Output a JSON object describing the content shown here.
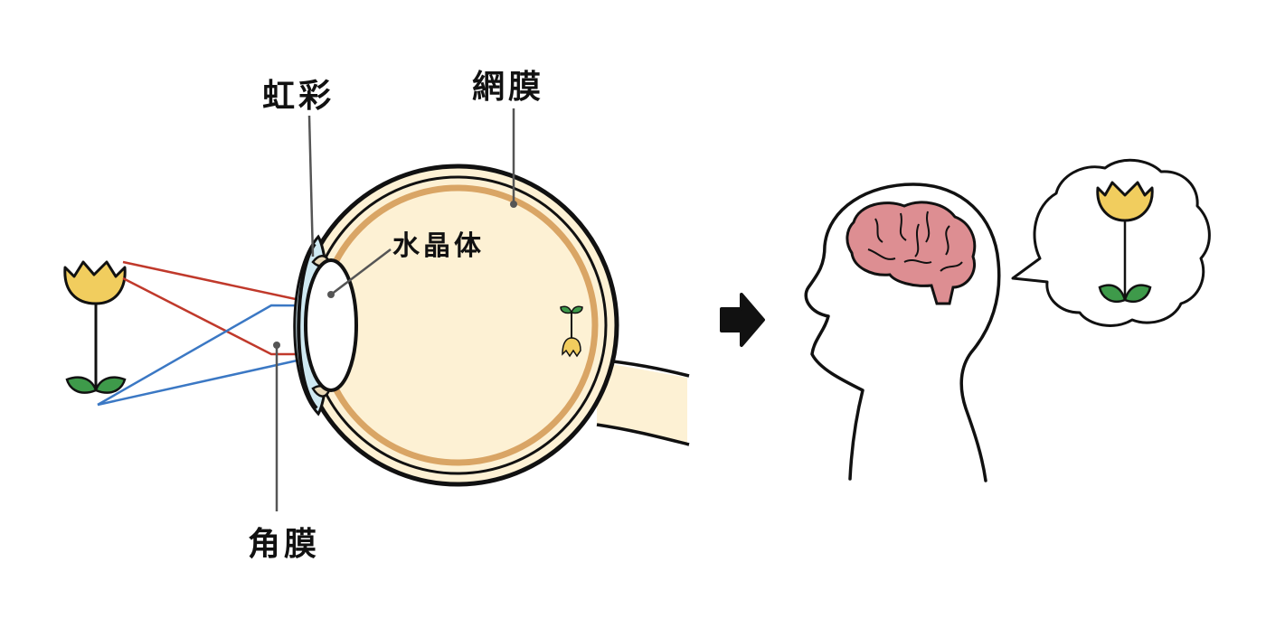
{
  "labels": {
    "iris": "虹彩",
    "retina": "網膜",
    "lens": "水晶体",
    "cornea": "角膜"
  },
  "colors": {
    "outline": "#111111",
    "eye_fill": "#fdf1d4",
    "retina_band": "#d9a565",
    "cornea_fill": "#cfe9f2",
    "ray_red": "#c0392b",
    "ray_blue": "#3b78c4",
    "flower_yellow": "#f1cd5e",
    "leaf_green": "#3e9a4a",
    "brain_pink": "#dd8e92"
  }
}
